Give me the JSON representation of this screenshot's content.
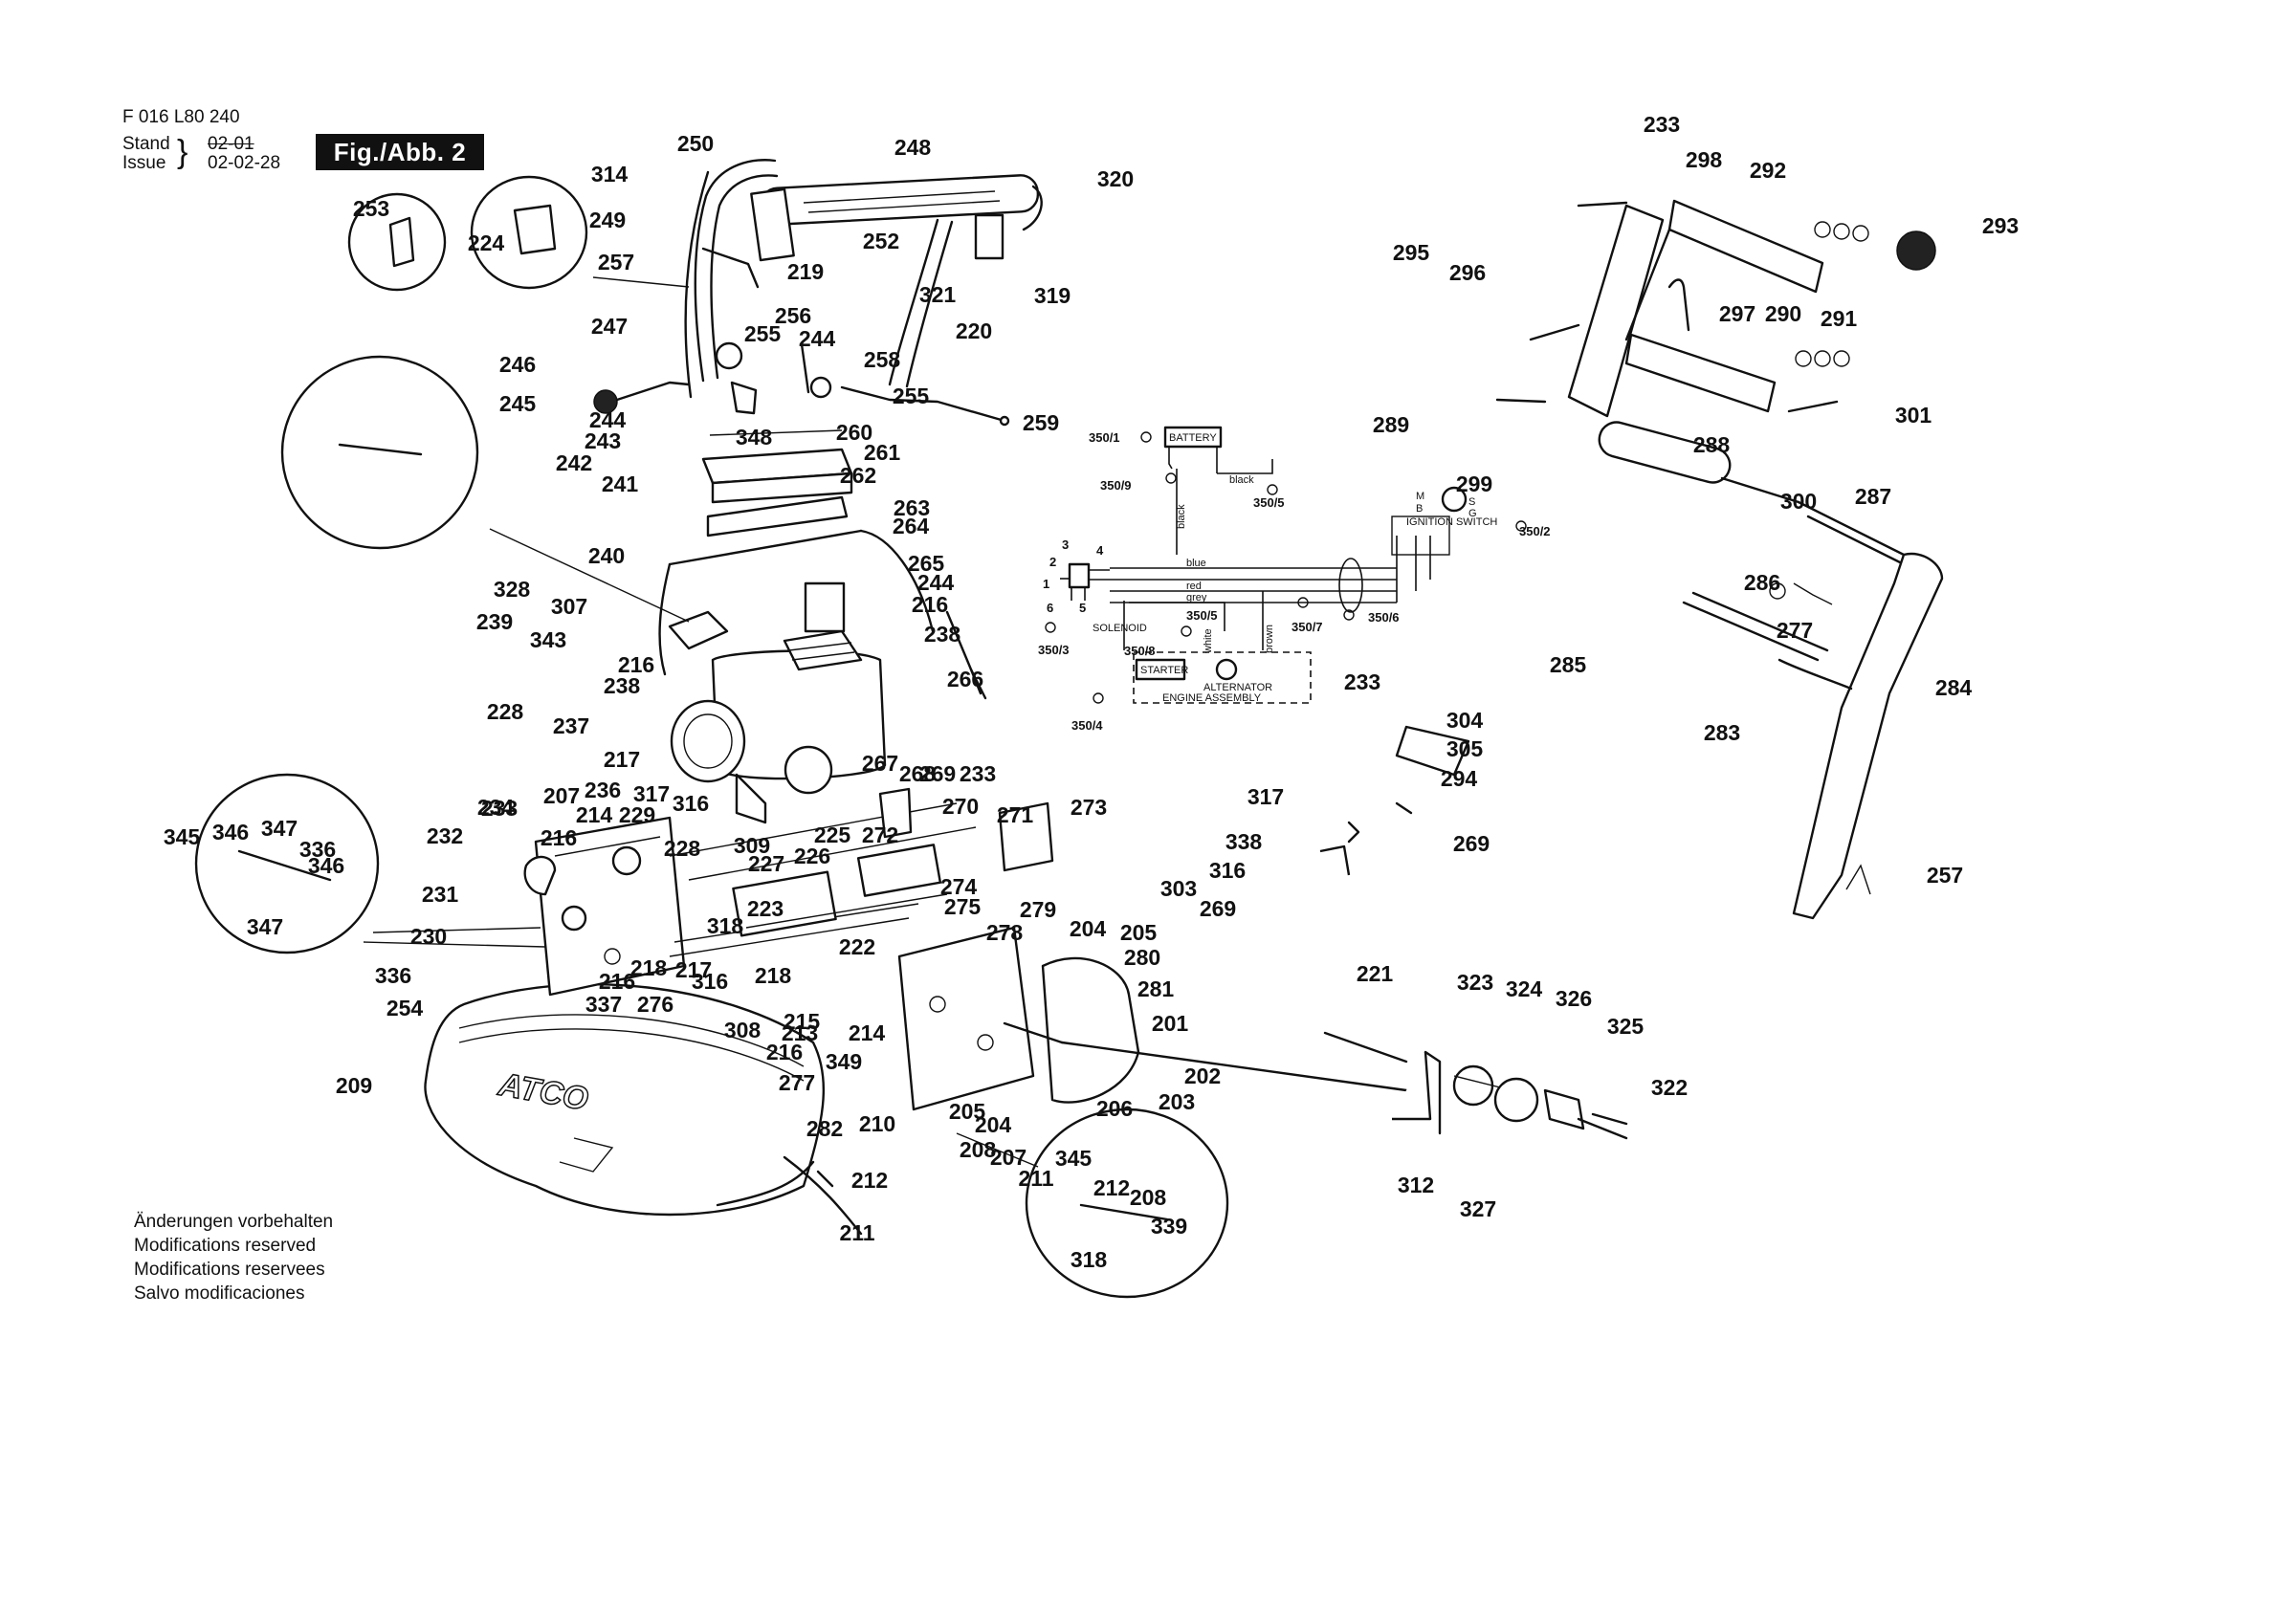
{
  "header": {
    "part_number": "F 016 L80 240",
    "stand_label": "Stand",
    "stand_old": "02-01",
    "issue_label": "Issue",
    "issue_date": "02-02-28",
    "figure_label": "Fig./Abb. 2"
  },
  "footer_notes": [
    "Änderungen vorbehalten",
    "Modifications reserved",
    "Modifications reservees",
    "Salvo modificaciones"
  ],
  "brand_marks": [
    "ATCO"
  ],
  "wiring": {
    "battery": "BATTERY",
    "black_top": "black",
    "black_vert": "black",
    "solenoid": "SOLENOID",
    "ignition_switch": "IGNITION SWITCH",
    "wire_blue": "blue",
    "wire_red": "red",
    "wire_grey": "grey",
    "wire_white": "white",
    "wire_brown": "brown",
    "starter": "STARTER",
    "alternator": "ALTERNATOR",
    "engine_assembly": "ENGINE ASSEMBLY",
    "terminal_1": "1",
    "terminal_2": "2",
    "terminal_3": "3",
    "terminal_4": "4",
    "terminal_5": "5",
    "terminal_6": "6",
    "switch_m": "M",
    "switch_s": "S",
    "switch_g": "G",
    "switch_b": "B",
    "ref_350_1": "350/1",
    "ref_350_2": "350/2",
    "ref_350_3": "350/3",
    "ref_350_4": "350/4",
    "ref_350_5a": "350/5",
    "ref_350_5b": "350/5",
    "ref_350_6": "350/6",
    "ref_350_7": "350/7",
    "ref_350_8": "350/8",
    "ref_350_9": "350/9"
  },
  "callouts": [
    "250",
    "248",
    "314",
    "320",
    "249",
    "219",
    "252",
    "253",
    "224",
    "257",
    "321",
    "319",
    "220",
    "256",
    "255",
    "244",
    "247",
    "258",
    "246",
    "245",
    "255",
    "244",
    "259",
    "243",
    "348",
    "260",
    "242",
    "261",
    "262",
    "241",
    "263",
    "264",
    "240",
    "265",
    "244",
    "216",
    "328",
    "307",
    "239",
    "238",
    "343",
    "216",
    "238",
    "228",
    "266",
    "237",
    "217",
    "317",
    "316",
    "309",
    "267",
    "268",
    "269",
    "233",
    "270",
    "271",
    "273",
    "236",
    "207",
    "214",
    "229",
    "234",
    "233",
    "216",
    "232",
    "228",
    "231",
    "227",
    "226",
    "225",
    "272",
    "274",
    "275",
    "223",
    "318",
    "222",
    "230",
    "336",
    "216",
    "218",
    "217",
    "276",
    "337",
    "316",
    "218",
    "215",
    "308",
    "216",
    "213",
    "214",
    "349",
    "277",
    "278",
    "279",
    "204",
    "205",
    "280",
    "281",
    "201",
    "202",
    "203",
    "206",
    "205",
    "204",
    "208",
    "207",
    "282",
    "210",
    "254",
    "209",
    "212",
    "211",
    "345",
    "346",
    "347",
    "336",
    "346",
    "347",
    "345",
    "211",
    "212",
    "208",
    "339",
    "318",
    "317",
    "338",
    "316",
    "303",
    "269",
    "233",
    "304",
    "305",
    "294",
    "269",
    "233",
    "298",
    "292",
    "293",
    "295",
    "296",
    "297",
    "290",
    "291",
    "289",
    "299",
    "288",
    "301",
    "300",
    "287",
    "286",
    "285",
    "277",
    "283",
    "284",
    "257",
    "221",
    "323",
    "324",
    "326",
    "325",
    "322",
    "312",
    "327"
  ]
}
